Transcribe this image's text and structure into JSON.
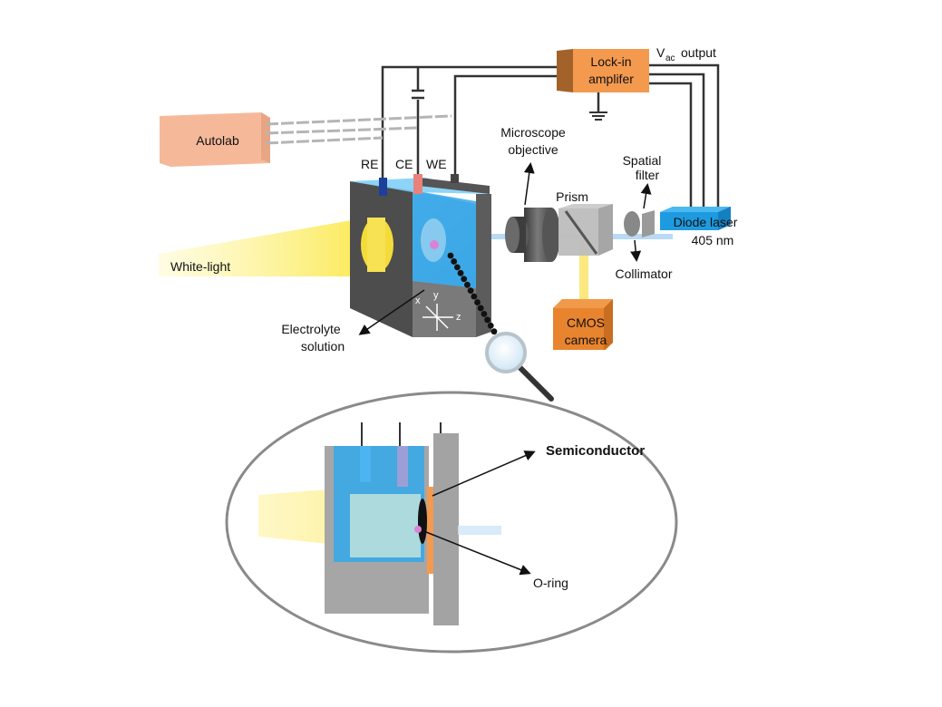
{
  "diagram": {
    "title": "Photoelectrochemical measurement setup",
    "colors": {
      "lockin": "#f39a4f",
      "autolab": "#f5b99a",
      "laser": "#1e9be0",
      "camera": "#e8842e",
      "electrolyte": "#3aa8e8",
      "cell": "#6e6e6e",
      "white_light": "#fbe84a",
      "semiconductor": "#f39a4f",
      "re_electrode": "#1c3f9c",
      "ce_electrode": "#e8827a"
    },
    "labels": {
      "lockin_line1": "Lock-in",
      "lockin_line2": "amplifer",
      "vac_v": "V",
      "vac_sub": "ac",
      "vac_output": "output",
      "autolab": "Autolab",
      "re": "RE",
      "ce": "CE",
      "we": "WE",
      "microscope_line1": "Microscope",
      "microscope_line2": "objective",
      "prism": "Prism",
      "spatial_line1": "Spatial",
      "spatial_line2": "filter",
      "laser_line1": "Diode laser",
      "laser_line2": "405 nm",
      "collimator": "Collimator",
      "white_light": "White-light",
      "electrolyte_line1": "Electrolyte",
      "electrolyte_line2": "solution",
      "camera_line1": "CMOS",
      "camera_line2": "camera",
      "axis_x": "x",
      "axis_y": "y",
      "axis_z": "z",
      "semiconductor": "Semiconductor",
      "oring": "O-ring"
    }
  }
}
